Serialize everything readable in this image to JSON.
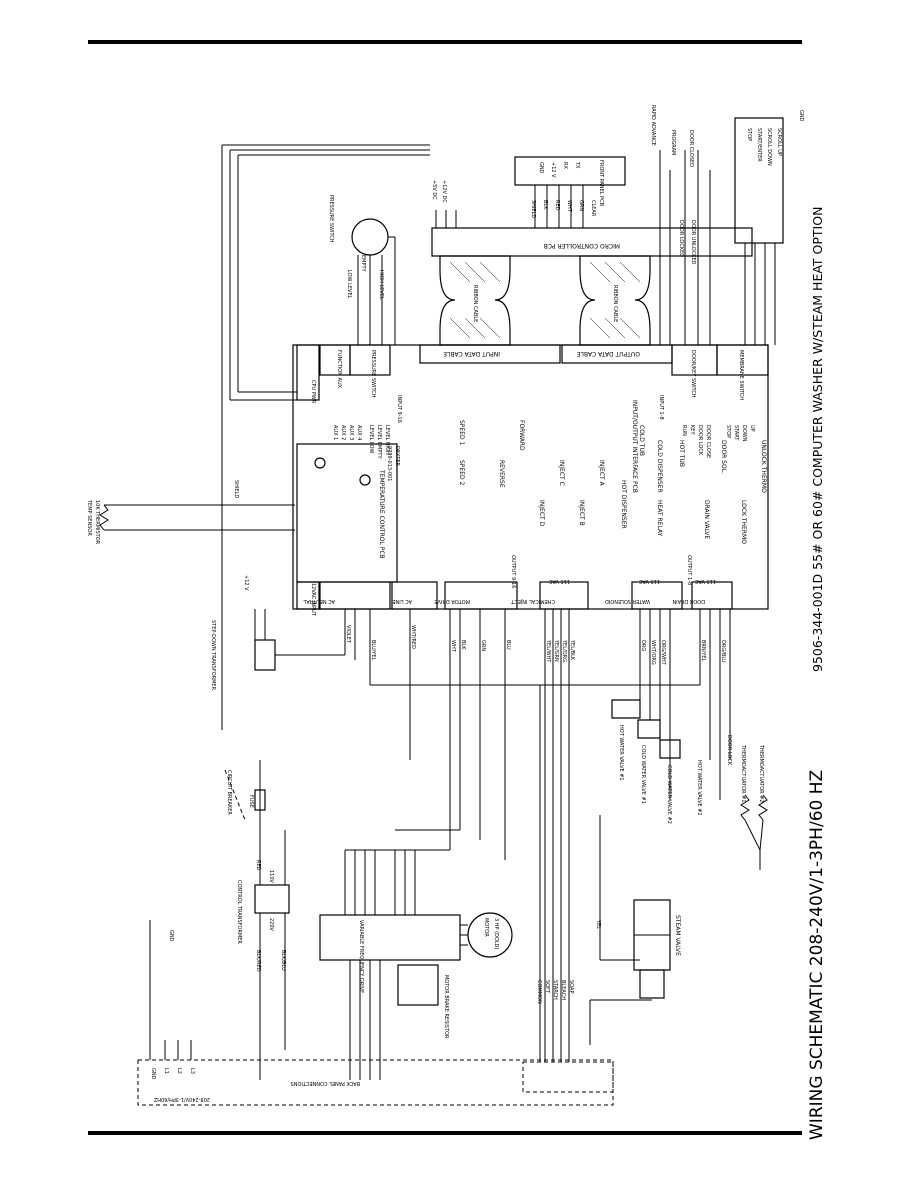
{
  "page": {
    "title_left": "WIRING SCHEMATIC 208-240V/1-3PH/60 HZ",
    "title_right": "9506-344-001D 55# OR 60# COMPUTER WASHER W/STEAM HEAT OPTION"
  },
  "boards": {
    "io_pcb": "INPUT/OUTPUT INTERFACE PCB",
    "micro_pcb": "MICRO CONTROLLER PCB",
    "front_panel": "FRONT PANEL PCB",
    "temp_pcb": "TEMPERATURE CONTROL PCB",
    "temp_part": "9799-013-001",
    "temp_mfr": "DEXTER",
    "vfd": "VARIABLE FREQUENCY DRIVE",
    "ribbon": "RIBBON CABLE",
    "input_cable": "INPUT DATA CABLE",
    "output_cable": "OUTPUT DATA CABLE"
  },
  "components": {
    "temp_sensor": "TEMP SENSOR",
    "thermistor": "10K THERMISTOR",
    "pressure_switch": "PRESSURE SWITCH",
    "low_level": "LOW LEVEL",
    "empty": "EMPTY",
    "high_level": "HIGH LEVEL",
    "stepdown": "STEP-DOWN TRANSFORMER",
    "control_tx": "CONTROL TRANSFORMER",
    "fuse": "FUSE",
    "breaker": "CIRCUIT BREAKER",
    "motor": "MOTOR",
    "motor_hp": "3 HP (DOLD)",
    "motor_brake": "MOTOR BRAKE RESISTOR",
    "steam_valve": "STEAM VALVE",
    "hot_valve_1": "HOT WATER VALVE #1",
    "cold_valve_1": "COLD WATER VALVE #1",
    "cold_valve_2": "COLD WATER VALVE #2",
    "hot_valve_2": "HOT WATER VALVE #2",
    "door_lock": "DOOR LOCK",
    "thermoactuator_1": "THERMOACTUATOR #1",
    "thermoactuator_2": "THERMOACTUATOR #2",
    "back_panel": "BACK PANEL CONNECTIONS",
    "supply": "208-240V/1-3PH/60HZ",
    "gnd": "GND",
    "shield": "SHIELD"
  },
  "connectors": {
    "cpu_pwr": "CPU PWR",
    "function": "FUNCTION AUX.",
    "pressure": "PRESSURE SWITCH",
    "door_key": "DOOR/KEY SWITCH",
    "membrane": "MEMBRANE SWITCH",
    "input_9_16": "INPUT 9-16",
    "input_1_8": "INPUT 1-8",
    "output_9_16": "OUTPUT 9-16",
    "output_1_8": "OUTPUT 1-8",
    "ac_neutral": "AC NEUTRAL",
    "ac_line": "AC LINE",
    "motor_drive": "MOTOR DRIVE",
    "chem_inject": "CHEMICAL INJECT",
    "water_solenoid": "WATER SOLENOID",
    "door_drain": "DOOR DRAIN",
    "vac115": "115 VAC",
    "vac12": "12VAC INPUT"
  },
  "inputs_left": [
    "AUX 1",
    "AUX 2",
    "AUX 3",
    "AUX 4",
    "LEVEL LOW",
    "LEVEL EMPTY",
    "LEVEL HIGH"
  ],
  "inputs_right": [
    "RUN",
    "KEY",
    "DOOR LOCK",
    "DOOR CLOSE",
    "STOP",
    "START",
    "DOWN",
    "UP"
  ],
  "outputs": [
    "SPEED 1",
    "SPEED 2",
    "REVERSE",
    "FORWARD",
    "INJECT C",
    "INJECT D",
    "INJECT B",
    "INJECT A",
    "HOT DISPENSER",
    "COLD TUB",
    "COLD DISPENSER",
    "HEAT RELAY",
    "HOT TUB",
    "DRAIN VALVE",
    "DOOR SOL.",
    "LOCK THERMO",
    "UNLOCK THERMO"
  ],
  "front_panel_wires": [
    "SHIELD",
    "BLK",
    "RED",
    "WHT",
    "GRN",
    "CLEAR"
  ],
  "front_panel_pins": [
    "GND",
    "+12 V",
    "RX",
    "TX"
  ],
  "switches": [
    "RAPID ADVANCE",
    "PROGRAM",
    "DOOR CLOSED",
    "DOOR LOCKED",
    "DOOR UNLOCKED"
  ],
  "keypad": [
    "STOP",
    "START/ENTER",
    "SCROLL DOWN",
    "SCROLL UP"
  ],
  "supply_terminals": [
    "GND",
    "L1",
    "L2",
    "L3"
  ],
  "chemical_lines": [
    "COMMON",
    "SOFT",
    "STARCH",
    "BLEACH",
    "SOAP"
  ],
  "wire_colors": [
    "WHT",
    "BLK",
    "RED",
    "YEL",
    "GRN",
    "BLU",
    "ORG",
    "VIOLET",
    "BLU/YEL",
    "WHT/RED",
    "YEL/WHT",
    "YEL/GRN",
    "YEL/ORG",
    "YEL/BLK",
    "ORG/WHT",
    "WHT/ORG",
    "BRN/YEL",
    "ORG/BLU",
    "BLK/RED",
    "BLK/BLU"
  ],
  "voltages": [
    "110V",
    "220V",
    "+12 V",
    "+5V DC",
    "+12V DC"
  ]
}
